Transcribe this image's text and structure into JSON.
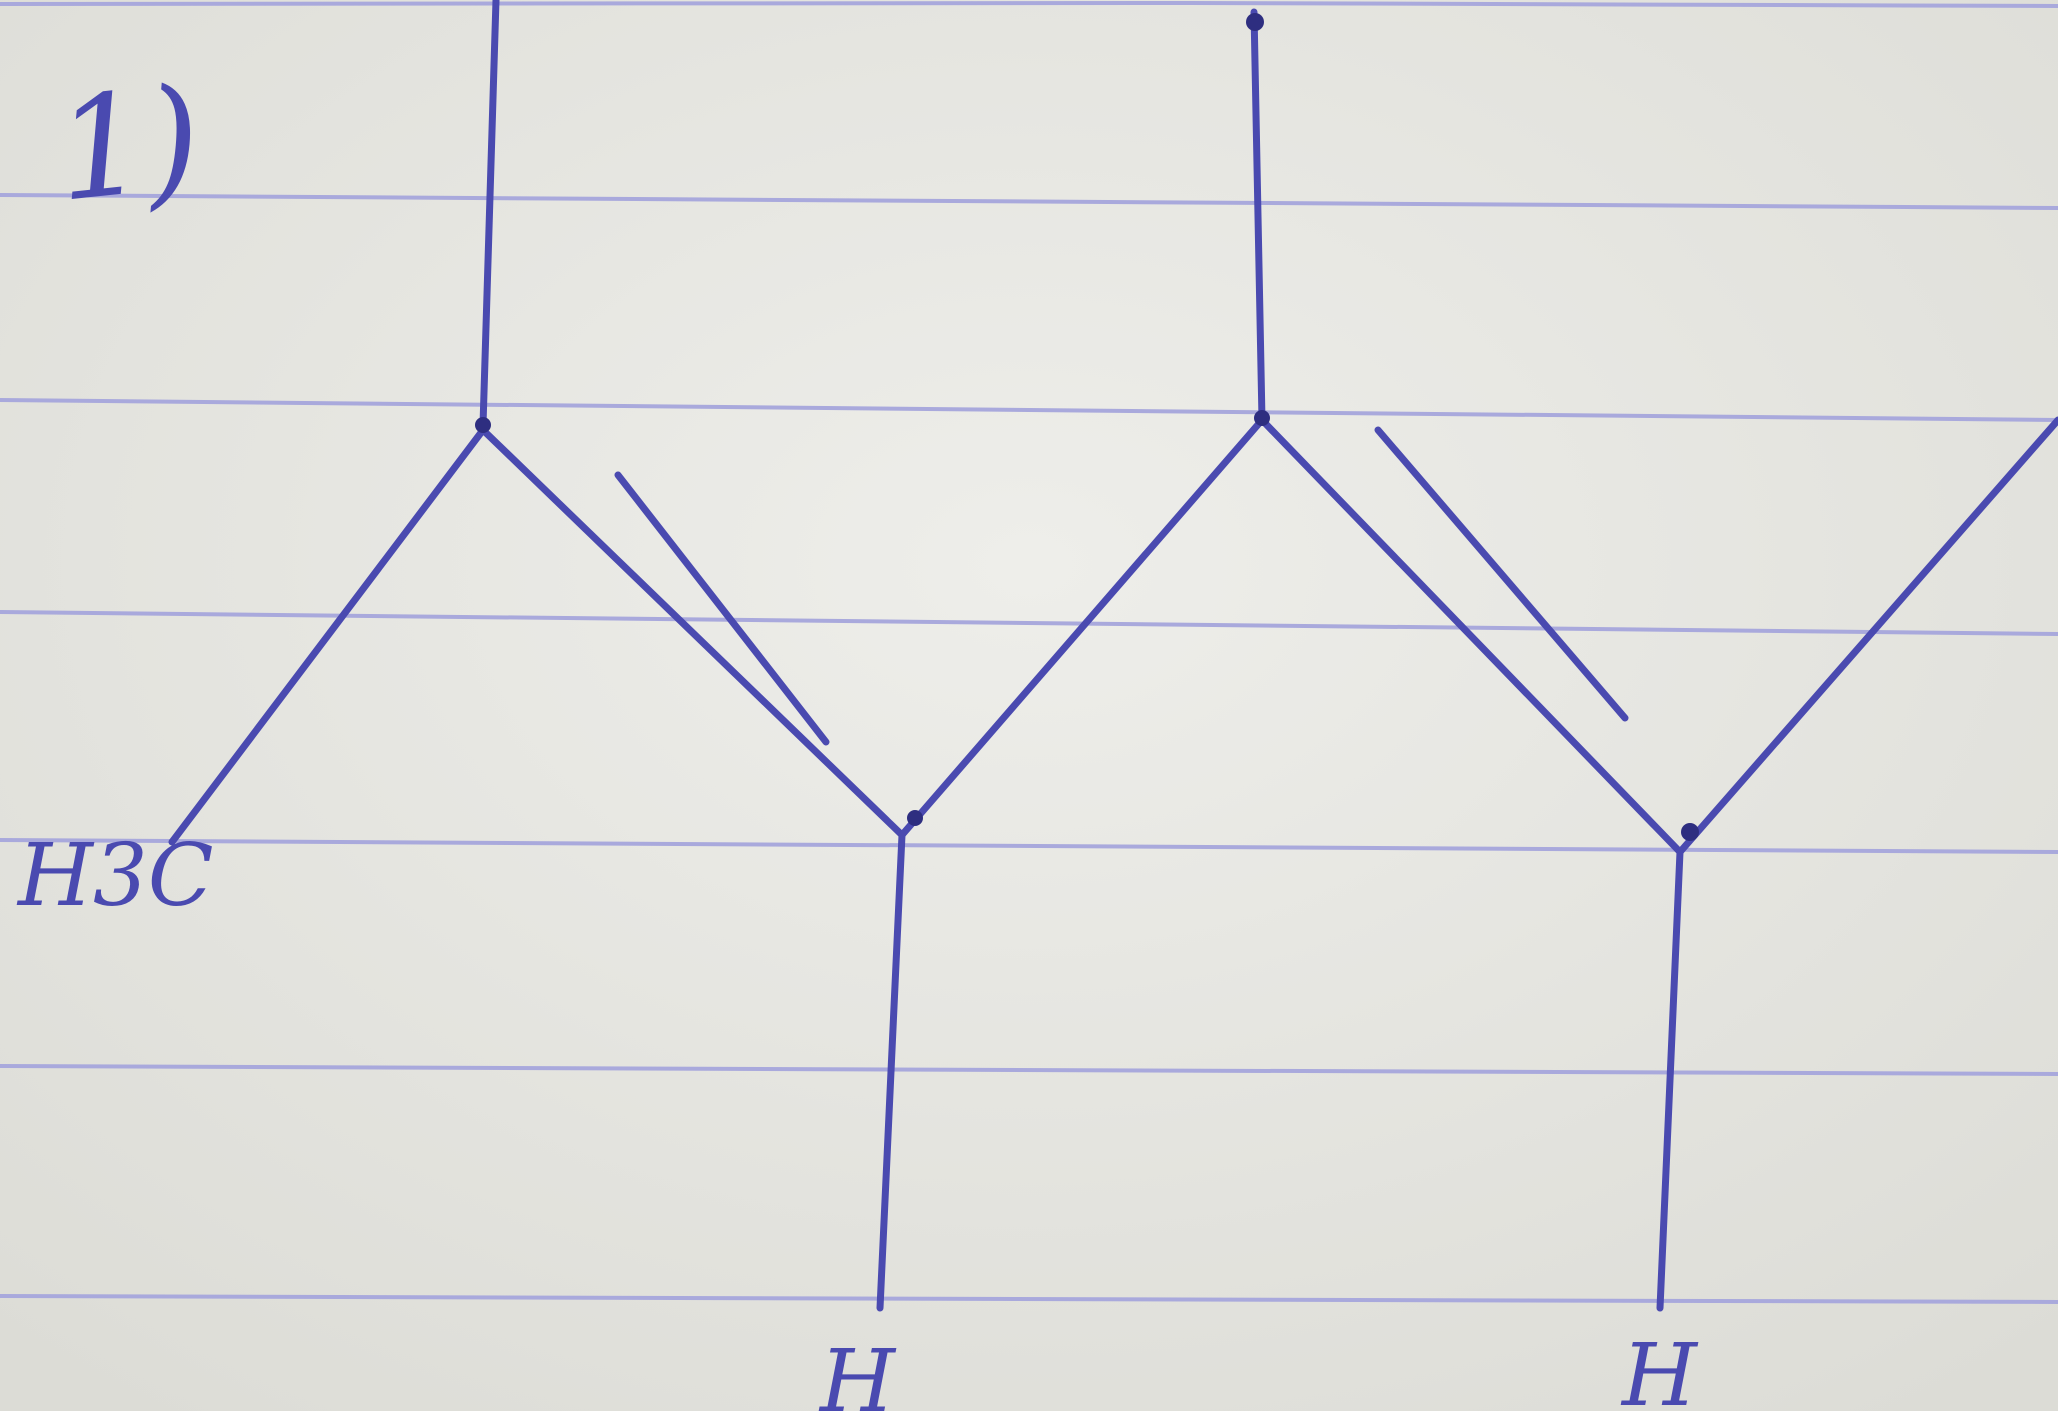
{
  "problem_number": "1)",
  "labels": {
    "left_end": "H3C",
    "bottom_middle": "H",
    "bottom_right": "H"
  },
  "colors": {
    "paper": "#e8e8e3",
    "rule_line": "#a9a9dc",
    "ink": "#4a4ab0"
  },
  "molecule": {
    "atoms": 5,
    "double_bonds": 2,
    "substituents_up": 2,
    "substituents_down": 2
  }
}
